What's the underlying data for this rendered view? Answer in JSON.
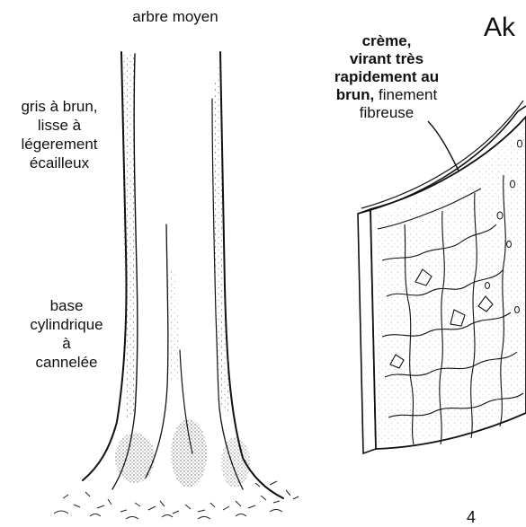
{
  "labels": {
    "size": "arbre moyen",
    "bark_color_lines": [
      "gris à brun,",
      "lisse à",
      "légerement",
      "écailleux"
    ],
    "base_lines": [
      "base",
      "cylindrique",
      "à",
      "cannelée"
    ],
    "slash_line1": "crème,",
    "slash_line2": "virant très",
    "slash_line3": "rapidement au",
    "slash_line4_bold": "brun,",
    "slash_line4_rest": " finement",
    "slash_line5": "fibreuse",
    "corner_title": "Ak",
    "corner_mark": "4"
  }
}
